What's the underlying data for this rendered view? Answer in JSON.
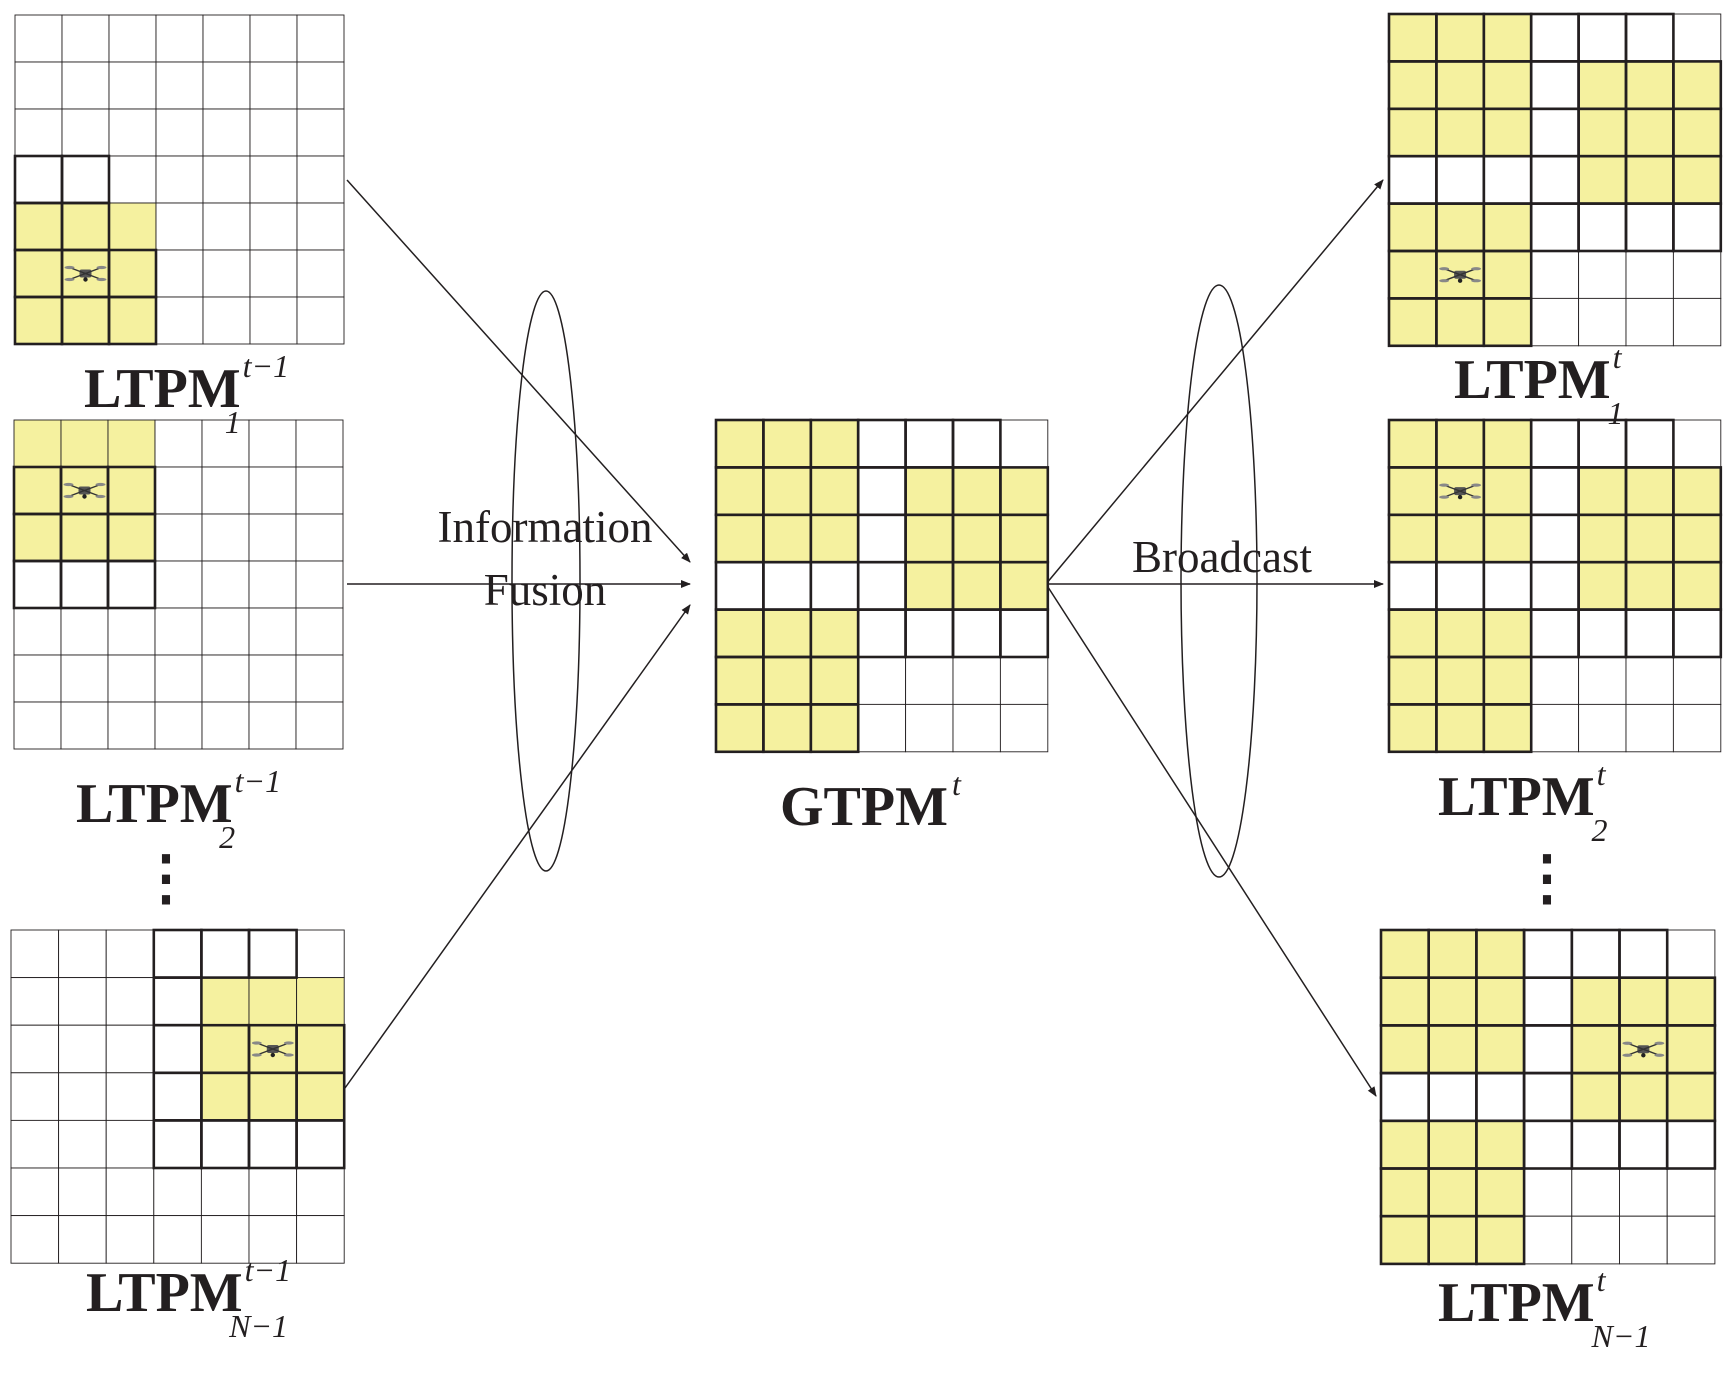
{
  "colors": {
    "filled": "#f5f19f",
    "empty": "#ffffff",
    "line": "#231f20"
  },
  "arrow_labels": {
    "fusion_line1": "Information",
    "fusion_line2": "Fusion",
    "broadcast": "Broadcast"
  },
  "ellipsis": "⋮",
  "maps": {
    "l1_prev": {
      "main": "LTPM",
      "sup": "t−1",
      "sub": "1",
      "filled": [
        [
          4,
          0
        ],
        [
          4,
          1
        ],
        [
          4,
          2
        ],
        [
          5,
          0
        ],
        [
          5,
          1
        ],
        [
          5,
          2
        ],
        [
          6,
          0
        ],
        [
          6,
          1
        ],
        [
          6,
          2
        ]
      ],
      "bold": [
        [
          3,
          0
        ],
        [
          3,
          1
        ],
        [
          4,
          0
        ],
        [
          4,
          1
        ],
        [
          5,
          0
        ],
        [
          5,
          1
        ],
        [
          5,
          2
        ],
        [
          6,
          0
        ],
        [
          6,
          1
        ],
        [
          6,
          2
        ]
      ],
      "drone": [
        5,
        1
      ]
    },
    "l2_prev": {
      "main": "LTPM",
      "sup": "t−1",
      "sub": "2",
      "filled": [
        [
          0,
          0
        ],
        [
          0,
          1
        ],
        [
          0,
          2
        ],
        [
          1,
          0
        ],
        [
          1,
          1
        ],
        [
          1,
          2
        ],
        [
          2,
          0
        ],
        [
          2,
          1
        ],
        [
          2,
          2
        ]
      ],
      "bold": [
        [
          1,
          0
        ],
        [
          1,
          1
        ],
        [
          1,
          2
        ],
        [
          2,
          0
        ],
        [
          2,
          1
        ],
        [
          2,
          2
        ],
        [
          3,
          0
        ],
        [
          3,
          1
        ],
        [
          3,
          2
        ]
      ],
      "drone": [
        1,
        1
      ]
    },
    "ln_prev": {
      "main": "LTPM",
      "sup": "t−1",
      "sub": "N−1",
      "filled": [
        [
          1,
          4
        ],
        [
          1,
          5
        ],
        [
          1,
          6
        ],
        [
          2,
          4
        ],
        [
          2,
          5
        ],
        [
          2,
          6
        ],
        [
          3,
          4
        ],
        [
          3,
          5
        ],
        [
          3,
          6
        ]
      ],
      "bold": [
        [
          0,
          3
        ],
        [
          0,
          4
        ],
        [
          0,
          5
        ],
        [
          1,
          3
        ],
        [
          2,
          3
        ],
        [
          2,
          4
        ],
        [
          2,
          5
        ],
        [
          2,
          6
        ],
        [
          3,
          3
        ],
        [
          3,
          4
        ],
        [
          3,
          5
        ],
        [
          3,
          6
        ],
        [
          4,
          3
        ],
        [
          4,
          4
        ],
        [
          4,
          5
        ],
        [
          4,
          6
        ]
      ],
      "drone": [
        2,
        5
      ]
    },
    "gtpm": {
      "main": "GTPM",
      "sup": "t",
      "sub": "",
      "filled": [
        [
          0,
          0
        ],
        [
          0,
          1
        ],
        [
          0,
          2
        ],
        [
          1,
          0
        ],
        [
          1,
          1
        ],
        [
          1,
          2
        ],
        [
          2,
          0
        ],
        [
          2,
          1
        ],
        [
          2,
          2
        ],
        [
          1,
          4
        ],
        [
          1,
          5
        ],
        [
          1,
          6
        ],
        [
          2,
          4
        ],
        [
          2,
          5
        ],
        [
          2,
          6
        ],
        [
          3,
          4
        ],
        [
          3,
          5
        ],
        [
          3,
          6
        ],
        [
          4,
          0
        ],
        [
          4,
          1
        ],
        [
          4,
          2
        ],
        [
          5,
          0
        ],
        [
          5,
          1
        ],
        [
          5,
          2
        ],
        [
          6,
          0
        ],
        [
          6,
          1
        ],
        [
          6,
          2
        ]
      ],
      "bold": [
        [
          0,
          0
        ],
        [
          0,
          1
        ],
        [
          0,
          2
        ],
        [
          0,
          3
        ],
        [
          0,
          4
        ],
        [
          0,
          5
        ],
        [
          1,
          0
        ],
        [
          1,
          1
        ],
        [
          1,
          2
        ],
        [
          1,
          3
        ],
        [
          1,
          4
        ],
        [
          1,
          5
        ],
        [
          1,
          6
        ],
        [
          2,
          0
        ],
        [
          2,
          1
        ],
        [
          2,
          2
        ],
        [
          2,
          3
        ],
        [
          2,
          4
        ],
        [
          2,
          5
        ],
        [
          2,
          6
        ],
        [
          3,
          0
        ],
        [
          3,
          1
        ],
        [
          3,
          2
        ],
        [
          3,
          3
        ],
        [
          3,
          4
        ],
        [
          3,
          5
        ],
        [
          3,
          6
        ],
        [
          4,
          0
        ],
        [
          4,
          1
        ],
        [
          4,
          2
        ],
        [
          4,
          3
        ],
        [
          4,
          4
        ],
        [
          4,
          5
        ],
        [
          4,
          6
        ],
        [
          5,
          0
        ],
        [
          5,
          1
        ],
        [
          5,
          2
        ],
        [
          6,
          0
        ],
        [
          6,
          1
        ],
        [
          6,
          2
        ]
      ],
      "drone": null
    },
    "l1_now": {
      "main": "LTPM",
      "sup": "t",
      "sub": "1",
      "filled": [
        [
          0,
          0
        ],
        [
          0,
          1
        ],
        [
          0,
          2
        ],
        [
          1,
          0
        ],
        [
          1,
          1
        ],
        [
          1,
          2
        ],
        [
          2,
          0
        ],
        [
          2,
          1
        ],
        [
          2,
          2
        ],
        [
          1,
          4
        ],
        [
          1,
          5
        ],
        [
          1,
          6
        ],
        [
          2,
          4
        ],
        [
          2,
          5
        ],
        [
          2,
          6
        ],
        [
          3,
          4
        ],
        [
          3,
          5
        ],
        [
          3,
          6
        ],
        [
          4,
          0
        ],
        [
          4,
          1
        ],
        [
          4,
          2
        ],
        [
          5,
          0
        ],
        [
          5,
          1
        ],
        [
          5,
          2
        ],
        [
          6,
          0
        ],
        [
          6,
          1
        ],
        [
          6,
          2
        ]
      ],
      "bold": [
        [
          0,
          0
        ],
        [
          0,
          1
        ],
        [
          0,
          2
        ],
        [
          0,
          3
        ],
        [
          0,
          4
        ],
        [
          0,
          5
        ],
        [
          1,
          0
        ],
        [
          1,
          1
        ],
        [
          1,
          2
        ],
        [
          1,
          3
        ],
        [
          1,
          4
        ],
        [
          1,
          5
        ],
        [
          1,
          6
        ],
        [
          2,
          0
        ],
        [
          2,
          1
        ],
        [
          2,
          2
        ],
        [
          2,
          3
        ],
        [
          2,
          4
        ],
        [
          2,
          5
        ],
        [
          2,
          6
        ],
        [
          3,
          0
        ],
        [
          3,
          1
        ],
        [
          3,
          2
        ],
        [
          3,
          3
        ],
        [
          3,
          4
        ],
        [
          3,
          5
        ],
        [
          3,
          6
        ],
        [
          4,
          0
        ],
        [
          4,
          1
        ],
        [
          4,
          2
        ],
        [
          4,
          3
        ],
        [
          4,
          4
        ],
        [
          4,
          5
        ],
        [
          4,
          6
        ],
        [
          5,
          0
        ],
        [
          5,
          1
        ],
        [
          5,
          2
        ],
        [
          6,
          0
        ],
        [
          6,
          1
        ],
        [
          6,
          2
        ]
      ],
      "drone": [
        5,
        1
      ]
    },
    "l2_now": {
      "main": "LTPM",
      "sup": "t",
      "sub": "2",
      "filled": [
        [
          0,
          0
        ],
        [
          0,
          1
        ],
        [
          0,
          2
        ],
        [
          1,
          0
        ],
        [
          1,
          1
        ],
        [
          1,
          2
        ],
        [
          2,
          0
        ],
        [
          2,
          1
        ],
        [
          2,
          2
        ],
        [
          1,
          4
        ],
        [
          1,
          5
        ],
        [
          1,
          6
        ],
        [
          2,
          4
        ],
        [
          2,
          5
        ],
        [
          2,
          6
        ],
        [
          3,
          4
        ],
        [
          3,
          5
        ],
        [
          3,
          6
        ],
        [
          4,
          0
        ],
        [
          4,
          1
        ],
        [
          4,
          2
        ],
        [
          5,
          0
        ],
        [
          5,
          1
        ],
        [
          5,
          2
        ],
        [
          6,
          0
        ],
        [
          6,
          1
        ],
        [
          6,
          2
        ]
      ],
      "bold": [
        [
          0,
          0
        ],
        [
          0,
          1
        ],
        [
          0,
          2
        ],
        [
          0,
          3
        ],
        [
          0,
          4
        ],
        [
          0,
          5
        ],
        [
          1,
          0
        ],
        [
          1,
          1
        ],
        [
          1,
          2
        ],
        [
          1,
          3
        ],
        [
          1,
          4
        ],
        [
          1,
          5
        ],
        [
          1,
          6
        ],
        [
          2,
          0
        ],
        [
          2,
          1
        ],
        [
          2,
          2
        ],
        [
          2,
          3
        ],
        [
          2,
          4
        ],
        [
          2,
          5
        ],
        [
          2,
          6
        ],
        [
          3,
          0
        ],
        [
          3,
          1
        ],
        [
          3,
          2
        ],
        [
          3,
          3
        ],
        [
          3,
          4
        ],
        [
          3,
          5
        ],
        [
          3,
          6
        ],
        [
          4,
          0
        ],
        [
          4,
          1
        ],
        [
          4,
          2
        ],
        [
          4,
          3
        ],
        [
          4,
          4
        ],
        [
          4,
          5
        ],
        [
          4,
          6
        ],
        [
          5,
          0
        ],
        [
          5,
          1
        ],
        [
          5,
          2
        ],
        [
          6,
          0
        ],
        [
          6,
          1
        ],
        [
          6,
          2
        ]
      ],
      "drone": [
        1,
        1
      ]
    },
    "ln_now": {
      "main": "LTPM",
      "sup": "t",
      "sub": "N−1",
      "filled": [
        [
          0,
          0
        ],
        [
          0,
          1
        ],
        [
          0,
          2
        ],
        [
          1,
          0
        ],
        [
          1,
          1
        ],
        [
          1,
          2
        ],
        [
          2,
          0
        ],
        [
          2,
          1
        ],
        [
          2,
          2
        ],
        [
          1,
          4
        ],
        [
          1,
          5
        ],
        [
          1,
          6
        ],
        [
          2,
          4
        ],
        [
          2,
          5
        ],
        [
          2,
          6
        ],
        [
          3,
          4
        ],
        [
          3,
          5
        ],
        [
          3,
          6
        ],
        [
          4,
          0
        ],
        [
          4,
          1
        ],
        [
          4,
          2
        ],
        [
          5,
          0
        ],
        [
          5,
          1
        ],
        [
          5,
          2
        ],
        [
          6,
          0
        ],
        [
          6,
          1
        ],
        [
          6,
          2
        ]
      ],
      "bold": [
        [
          0,
          0
        ],
        [
          0,
          1
        ],
        [
          0,
          2
        ],
        [
          0,
          3
        ],
        [
          0,
          4
        ],
        [
          0,
          5
        ],
        [
          1,
          0
        ],
        [
          1,
          1
        ],
        [
          1,
          2
        ],
        [
          1,
          3
        ],
        [
          1,
          4
        ],
        [
          1,
          5
        ],
        [
          1,
          6
        ],
        [
          2,
          0
        ],
        [
          2,
          1
        ],
        [
          2,
          2
        ],
        [
          2,
          3
        ],
        [
          2,
          4
        ],
        [
          2,
          5
        ],
        [
          2,
          6
        ],
        [
          3,
          0
        ],
        [
          3,
          1
        ],
        [
          3,
          2
        ],
        [
          3,
          3
        ],
        [
          3,
          4
        ],
        [
          3,
          5
        ],
        [
          3,
          6
        ],
        [
          4,
          0
        ],
        [
          4,
          1
        ],
        [
          4,
          2
        ],
        [
          4,
          3
        ],
        [
          4,
          4
        ],
        [
          4,
          5
        ],
        [
          4,
          6
        ],
        [
          5,
          0
        ],
        [
          5,
          1
        ],
        [
          5,
          2
        ],
        [
          6,
          0
        ],
        [
          6,
          1
        ],
        [
          6,
          2
        ]
      ],
      "drone": [
        2,
        5
      ]
    }
  }
}
